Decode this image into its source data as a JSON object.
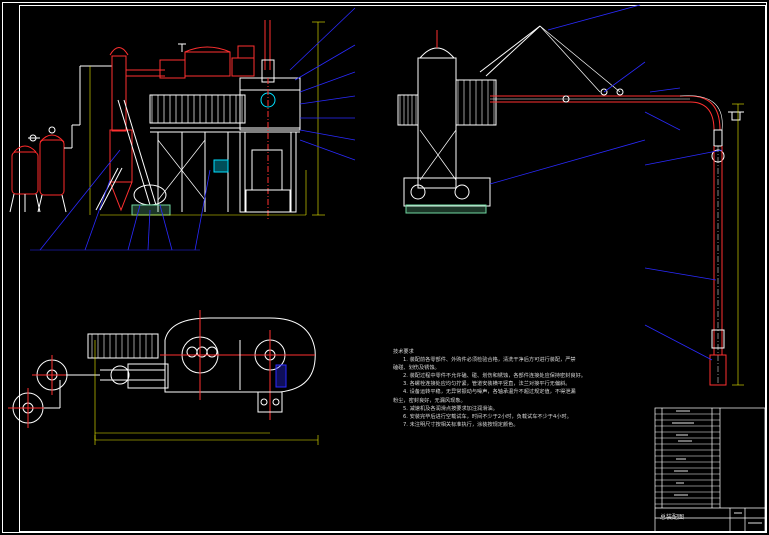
{
  "drawing": {
    "colors": {
      "background": "#000000",
      "equipment": "#ffffff",
      "centerline": "#ff2020",
      "leader": "#2a2aff",
      "dimension": "#f0f000",
      "accent": "#00e0ff",
      "base": "#6fd6a0"
    }
  },
  "notes": {
    "title": "技术要求",
    "lines": [
      "1. 装配前各零部件、外购件必须检验合格，清洗干净后方可进行装配，严禁",
      "磕碰、划伤及锈蚀。",
      "2. 装配过程中零件不允许磕、碰、划伤和锈蚀，各部件连接处应保持密封良好。",
      "3. 各螺栓连接处应均匀拧紧，管道安装横平竖直，法兰对接平行无偏斜。",
      "4. 设备运转平稳，无异常振动与噪声，各轴承温升不超过规定值，不得泄漏",
      "粉尘，密封良好，无漏风现象。",
      "5. 减速机及各润滑点按要求加注润滑油。",
      "6. 安装完毕后进行空载试车，时间不少于2小时，负载试车不少于4小时。",
      "7. 未注明尺寸按相关标准执行，涂装按规定颜色。"
    ]
  },
  "title_block": {
    "label": "总装配图"
  }
}
